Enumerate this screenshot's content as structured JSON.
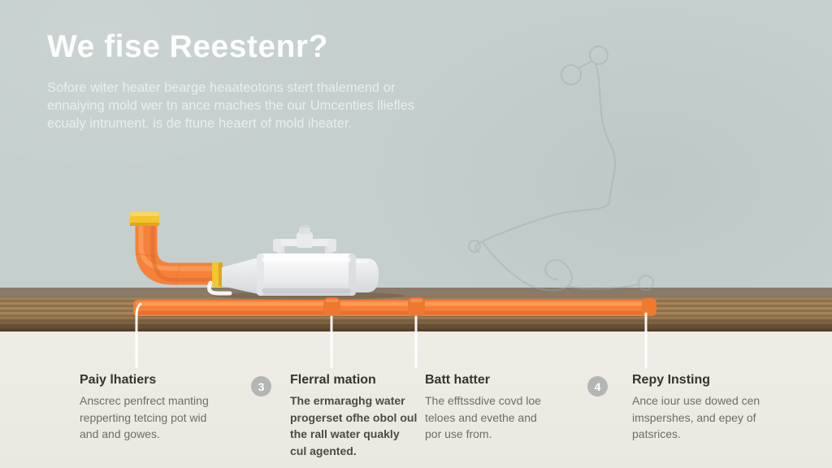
{
  "header": {
    "title": "We fise Reestenr?",
    "subtitle_lines": [
      "Sofore witer heater bearge heaateotons stert thalemend or",
      "ennaiying mold wer tn ance maches the our Umcenties lliefles",
      "ecualy intrument. is de ftune heaert of mold iheater."
    ]
  },
  "steps": [
    {
      "badge": "",
      "title": "Paiy lhatiers",
      "lines": [
        "Anscrec penfrect manting",
        "repperting tetcing pot wid",
        "and and gowes."
      ]
    },
    {
      "badge": "3",
      "title": "Flerral mation",
      "lines": [
        "The ermaraghg water",
        "progerset ofhe obol oul",
        "the rall water quakly",
        "cul agented."
      ]
    },
    {
      "badge": "",
      "title": "Batt hatter",
      "lines": [
        "The efftssdive covd loe",
        "teloes and evethe and",
        "por use from."
      ]
    },
    {
      "badge": "4",
      "title": "Repy Insting",
      "lines": [
        "Ance iour use dowed cen",
        "imspershes, and epey of",
        "patsrices."
      ]
    }
  ],
  "illustration": {
    "elements": [
      "elbow-pipe",
      "yellow-cap",
      "yellow-flange",
      "inline-heater-device",
      "valve-handle",
      "floor-pipe",
      "pipe-couplers",
      "leader-lines",
      "faint-pipe-sketch-watermark"
    ],
    "colors": {
      "wall": "#c5cfce",
      "wood": "#8d6f4a",
      "panel": "#eeebe4",
      "pipe_orange": "#f5813a",
      "pipe_highlight": "#fd9c5b",
      "fitting_yellow": "#f3c62f",
      "device_white": "#eef0f2",
      "badge_gray": "#b3b6b5",
      "heading_text": "#35352f",
      "body_text": "#6e6d66",
      "title_text": "#fcfdfd"
    }
  }
}
